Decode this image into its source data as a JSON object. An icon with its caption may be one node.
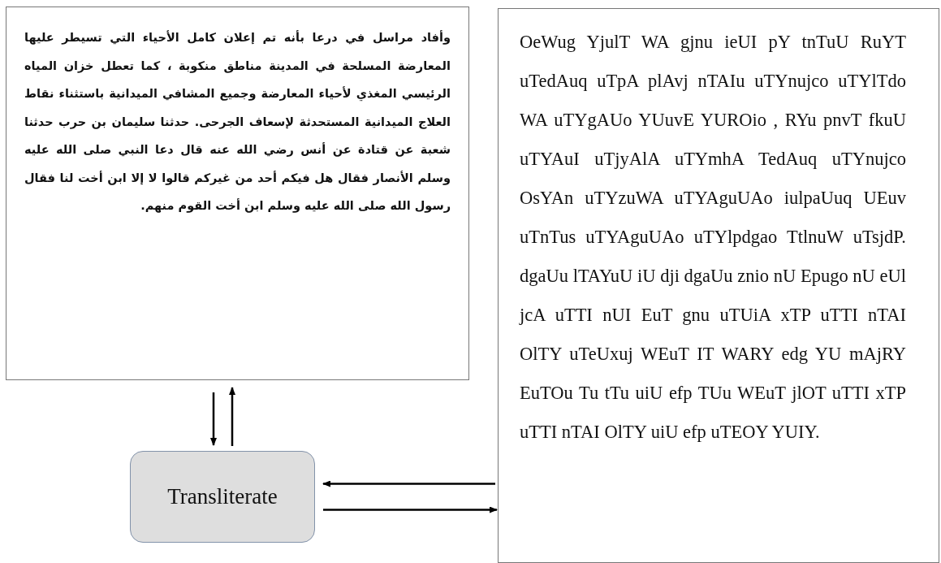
{
  "diagram": {
    "nodes": [
      {
        "text": [
          "وأفاد مراسل في درعا بأنه تم إعلان كامل الأحياء التي تسيطر عليها المعارضة المسلحة في المدينة مناطق منكوبة ، كما تعطل خزان المياه الرئيسي المغذي لأحياء المعارضة وجميع المشافي الميدانية باستثناء نقاط العلاج الميدانية المستحدثة لإسعاف الجرحى. حدثنا سليمان بن حرب حدثنا شعبة عن قتادة عن أنس رضي الله عنه قال دعا النبي صلى الله عليه وسلم الأنصار فقال هل فيكم أحد من غيركم قالوا لا إلا ابن أخت لنا فقال رسول الله صلى الله عليه وسلم ابن أخت القوم منهم."
        ]
      },
      {
        "text": [
          "OeWug YjulT WA gjnu ieUI pY tnTuU RuYT uTedAuq uTpA plAvj nTAIu uTYnujco uTYlTdo WA uTYgAUo YUuvE YUROio , RYu pnvT fkuU uTYAuI uTjyAlA uTYmhA TedAuq uTYnujco OsYAn uTYzuWA uTYAguUAo iulpaUuq UEuv uTnTus uTYAguUAo uTYlpdgao TtlnuW uTsjdP. dgaUu lTAYuU iU dji dgaUu znio nU Epugo nU eUl jcA uTTI nUI EuT gnu uTUiA xTP uTTI nTAI OlTY uTeUxuj WEuT IT WARY edg YU mAjRY EuTOu Tu tTu uiU efp TUu WEuT jlOT uTTI xTP uTTI nTAI OlTY uiU efp uTEOY YUIY."
        ]
      },
      {
        "text": [
          "Transliterate"
        ]
      }
    ],
    "edges": [
      {
        "from": 0,
        "to": 2,
        "arrow": "to"
      },
      {
        "from": 2,
        "to": 0,
        "arrow": "to"
      },
      {
        "from": 1,
        "to": 2,
        "arrow": "to"
      },
      {
        "from": 2,
        "to": 1,
        "arrow": "to"
      }
    ]
  }
}
